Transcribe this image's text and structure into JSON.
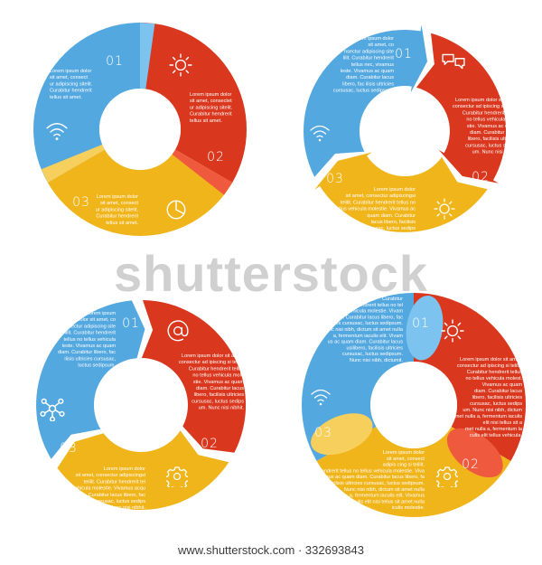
{
  "colors": {
    "blue": "#54a8e0",
    "blue_light": "#7dc3ef",
    "red": "#d9381e",
    "red_light": "#ef5a3f",
    "yellow": "#f1b51c",
    "yellow_light": "#f7cf5c"
  },
  "diagram1": {
    "segments": [
      {
        "number": "01",
        "icon": "wifi-icon",
        "text": [
          "Lorem ipsum dolor",
          "sit amet, consect",
          "ur adipiscing sitelit.",
          "Curabitur hendrerit",
          "tellus sit amet."
        ]
      },
      {
        "number": "02",
        "icon": "sun-icon",
        "text": [
          "Lorem ipsum dolor",
          "sit amet, consectet",
          "ur adipiscing sitelit.",
          "Curabitur hendrerit",
          "tellus sit amet."
        ]
      },
      {
        "number": "03",
        "icon": "pie-chart-icon",
        "text": [
          "Lorem ipsum dolor",
          "sit amet, consect",
          "ur adipiscing sitelit.",
          "Curabitur hendrerit",
          "tellus sit amet."
        ]
      }
    ]
  },
  "diagram2": {
    "segments": [
      {
        "number": "01",
        "icon": "wifi-icon",
        "text": [
          "Lorem ipsum dolor",
          "sit amet, co",
          "nsectur adipiscing site",
          "lilit. Curabitur hendrerit",
          "tellus nec, vivamus",
          "leste. Vivamus ac quam",
          "diam. Curabitur lacus",
          "libero, fac ilisis ultricies",
          "cursusac, luctus sedipsum."
        ]
      },
      {
        "number": "02",
        "icon": "chat-bubbles-icon",
        "text": [
          "Lorem ipsum dolor sit amet,",
          "consectur ad ipiscing si telilit.",
          "Curabitur hendrerit tellus",
          "no tellus vehicula mole",
          "stie. Vivamus ac quam",
          "diam. Curabitur lacus",
          "libero, facilisis ultricies",
          "cursusac, luctus sedips",
          "um. Nunc nisi nibhit."
        ]
      },
      {
        "number": "03",
        "icon": "sun-icon",
        "text": [
          "Lorem ipsum dolor",
          "sit amet, consectur adipiscingsi",
          "telilit. Curabitur hendrerit tellus no",
          "llus vehicula molestie. Vivamus ac",
          "quam diam. Curabitur",
          "lacus libero, facilisis",
          "ultricies cursusac, luctus sedips",
          "um. Nunc nisi nibhit."
        ]
      }
    ]
  },
  "diagram3": {
    "segments": [
      {
        "number": "01",
        "icon": "network-icon",
        "text": [
          "Lorem ipsum",
          "dolor sit amet, co",
          "nsectur adipiscing site",
          "lilit. Curabitur hendrerit",
          "tellus no tellus vehicula",
          "leste. Vivamus ac quam",
          "diam. Curabitur libero, fac",
          "ilisis ultricies cursusac,",
          "luctus sedipsum."
        ]
      },
      {
        "number": "02",
        "icon": "at-sign-icon",
        "text": [
          "Lorem ipsum dolor sit amet,",
          "consectur ad ipiscing si telilit.",
          "Curabitur hendrerit tellus",
          "no tellus vehicula mole",
          "stie. Vivamus ac quam",
          "diam. Curabitur lacus",
          "libero, facilisis ultricies",
          "cursusac, luctus sedips",
          "um. Nunc nisi nibhit."
        ]
      },
      {
        "number": "03",
        "icon": "gear-icon",
        "text": [
          "Lorem ipsum dolor",
          "sit amet, consectur adipiscingsi",
          "telilit. Curabitur hendrerit tel",
          "lus vehicula molestie. Vivamus acqu",
          "am. Curabitur lacus libero, fac",
          "ilisis ultricies cursusac, luctus sedips",
          "um. Nunc nisi nibhit."
        ]
      }
    ]
  },
  "diagram4": {
    "segments": [
      {
        "number": "01",
        "icon": "wifi-icon",
        "text": [
          "Curabitur",
          "hendrerit tellus no tel",
          "us vehicula molestie. Vivam",
          "us ac quam diam. Curabitur lacus libero, fac",
          "ilisis ultricies cursusac, luctus sedipsum.",
          "Nunc nisi nibh, dictum sit amet nulla",
          "a, fermentum iaculis elit. Vivam",
          "us ac quam diam. Curabitur lacus",
          "usilibero, facilisis ultricies",
          "cursusac, luctus sedipsum.",
          "Nunc nisi nibh, dictumit."
        ]
      },
      {
        "number": "02",
        "icon": "sun-icon",
        "text": [
          "Lorem ipsum dolor sit amet,",
          "consectur ad ipiscing si telilit.",
          "Curabitur hendrerit tellus",
          "no tellus vehicula molest.",
          "Vivamus ac quam",
          "diam. Curabitur lacus",
          "libero, facilisis ultricies",
          "cursusac, luctus sedips",
          "um. Nunc nisi nibh, dictum",
          "sit amet nulla a, fermentum iaculis",
          "elit nisi tellus sit a",
          "met nulla a, fermentum la",
          "culis elit tellus vehicula."
        ]
      },
      {
        "number": "03",
        "icon": "gear-icon",
        "text": [
          "Lorem ipsum dolor",
          "sit amet, consect",
          "adipis cing si telilit.",
          "Curabitur hendrerit tellus no tellus vehicula molestie. Viva",
          "mus ac quam diam. Curabitur lacus libero, fa",
          "cilisis ultricies cursusac, luctus sedipsum.",
          "Nunc nisi nibh, dictum sit amet nulla",
          "a, fermentum iaculis elit. Vivamus",
          "iculis elit nisi tellus sit amet nulla",
          "iculis molestie."
        ]
      }
    ]
  },
  "watermark": "shutterstock",
  "footer": "www.shutterstock.com · 332693843"
}
